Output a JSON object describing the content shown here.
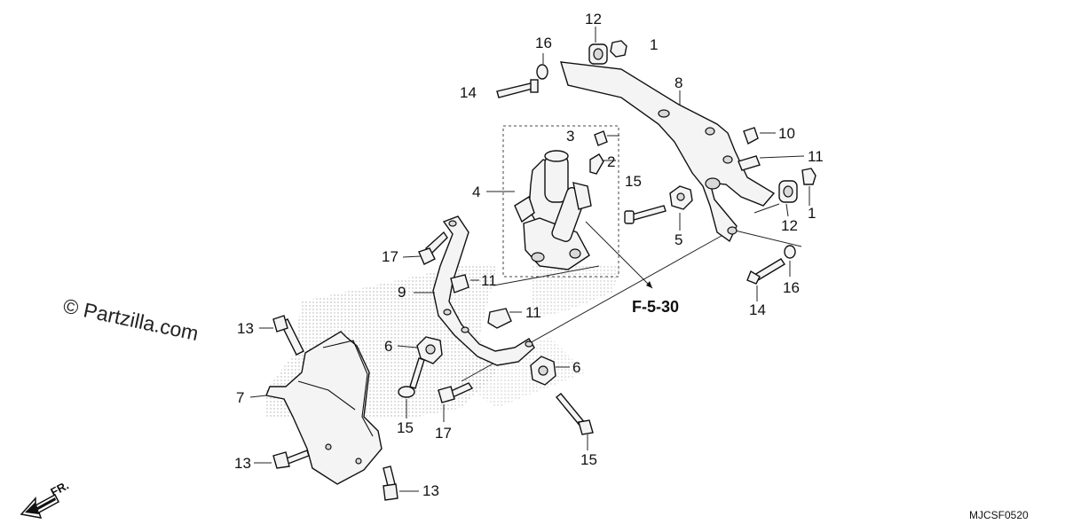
{
  "watermark": "© Partzilla.com",
  "diagram_code": "MJCSF0520",
  "front_arrow_label": "FR.",
  "reference": "F-5-30",
  "callouts": {
    "c1_top": "1",
    "c12_top": "12",
    "c16_top": "16",
    "c14_top": "14",
    "c8": "8",
    "c10": "10",
    "c11_right": "11",
    "c1_right": "1",
    "c12_right": "12",
    "c3": "3",
    "c2": "2",
    "c15_upper": "15",
    "c4": "4",
    "c5": "5",
    "c17_upper": "17",
    "c11_mid": "11",
    "c9": "9",
    "c11_lower": "11",
    "c16_right": "16",
    "c14_right": "14",
    "c13_upper": "13",
    "c6_left": "6",
    "c6_right": "6",
    "c7": "7",
    "c15_left": "15",
    "c17_lower": "17",
    "c15_right": "15",
    "c13_lower_left": "13",
    "c13_bottom": "13"
  }
}
